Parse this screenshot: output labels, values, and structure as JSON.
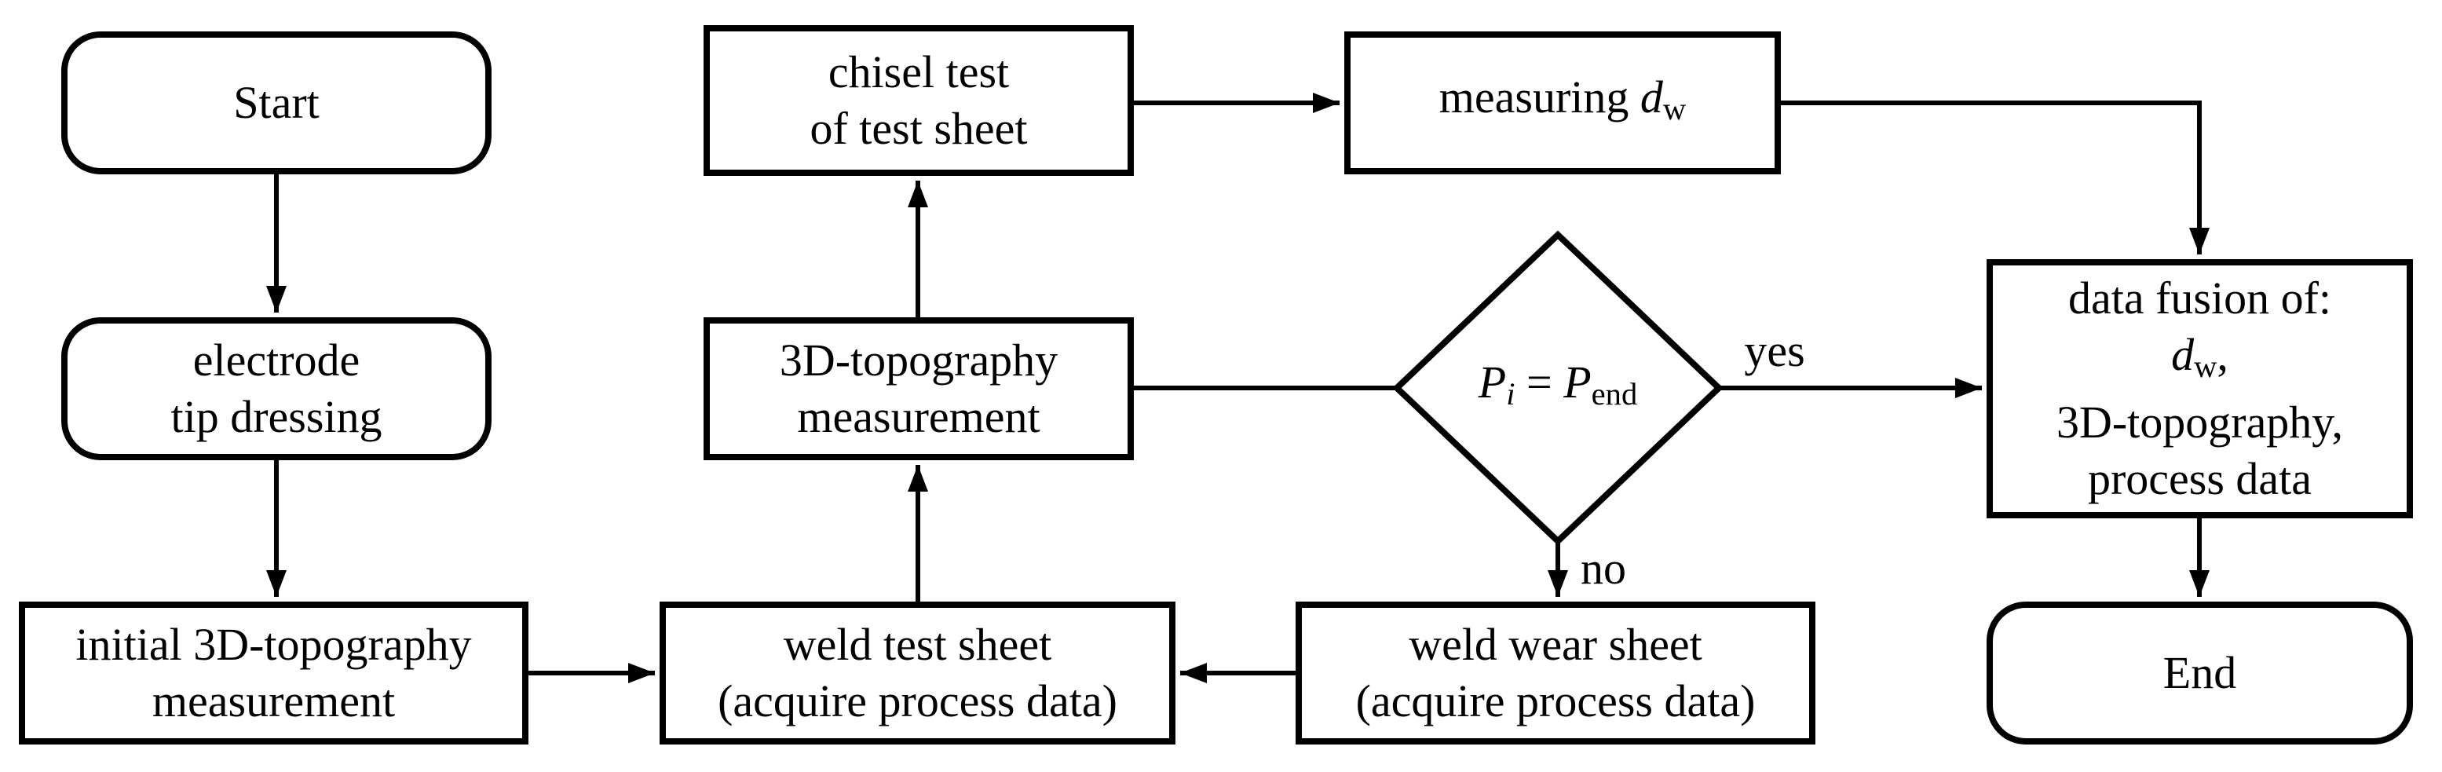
{
  "diagram": {
    "title": "flowchart",
    "background_color": "#ffffff",
    "stroke_color": "#000000",
    "nodes": {
      "start": {
        "shape": "rounded-terminator",
        "label": "Start"
      },
      "electrode": {
        "shape": "rounded-terminator",
        "lines": [
          "electrode",
          "tip dressing"
        ]
      },
      "initial_topo": {
        "shape": "process",
        "lines": [
          "initial 3D-topography",
          "measurement"
        ]
      },
      "chisel": {
        "shape": "process",
        "lines": [
          "chisel test",
          "of test sheet"
        ]
      },
      "topo": {
        "shape": "process",
        "lines": [
          "3D-topography",
          "measurement"
        ]
      },
      "weld_test": {
        "shape": "process",
        "lines": [
          "weld test sheet",
          "(acquire process data)"
        ]
      },
      "measuring": {
        "shape": "process",
        "rich": [
          {
            "text": "measuring "
          },
          {
            "text": "d",
            "italic": true
          },
          {
            "text": "w",
            "sub": true
          }
        ]
      },
      "decision": {
        "shape": "diamond",
        "rich": [
          {
            "text": "P",
            "italic": true
          },
          {
            "text": "i",
            "italic": true,
            "sub": true
          },
          {
            "text": " = "
          },
          {
            "text": "P",
            "italic": true
          },
          {
            "text": "end",
            "sub": true
          }
        ]
      },
      "weld_wear": {
        "shape": "process",
        "lines": [
          "weld wear sheet",
          "(acquire process data)"
        ]
      },
      "fusion": {
        "shape": "process",
        "line1": "data fusion of:",
        "line2_rich": [
          {
            "text": "d",
            "italic": true
          },
          {
            "text": "w",
            "sub": true
          },
          {
            "text": ","
          }
        ],
        "line3": "3D-topography,",
        "line4": "process data"
      },
      "end": {
        "shape": "rounded-terminator",
        "label": "End"
      }
    },
    "edge_labels": {
      "yes": "yes",
      "no": "no"
    },
    "edges": [
      "start -> electrode",
      "electrode -> initial_topo",
      "initial_topo -> weld_test",
      "weld_test -> topo",
      "topo -> chisel",
      "chisel -> measuring",
      "measuring -> fusion",
      "topo -> decision",
      "decision -yes-> fusion",
      "decision -no-> weld_wear",
      "weld_wear -> weld_test",
      "fusion -> end"
    ]
  }
}
